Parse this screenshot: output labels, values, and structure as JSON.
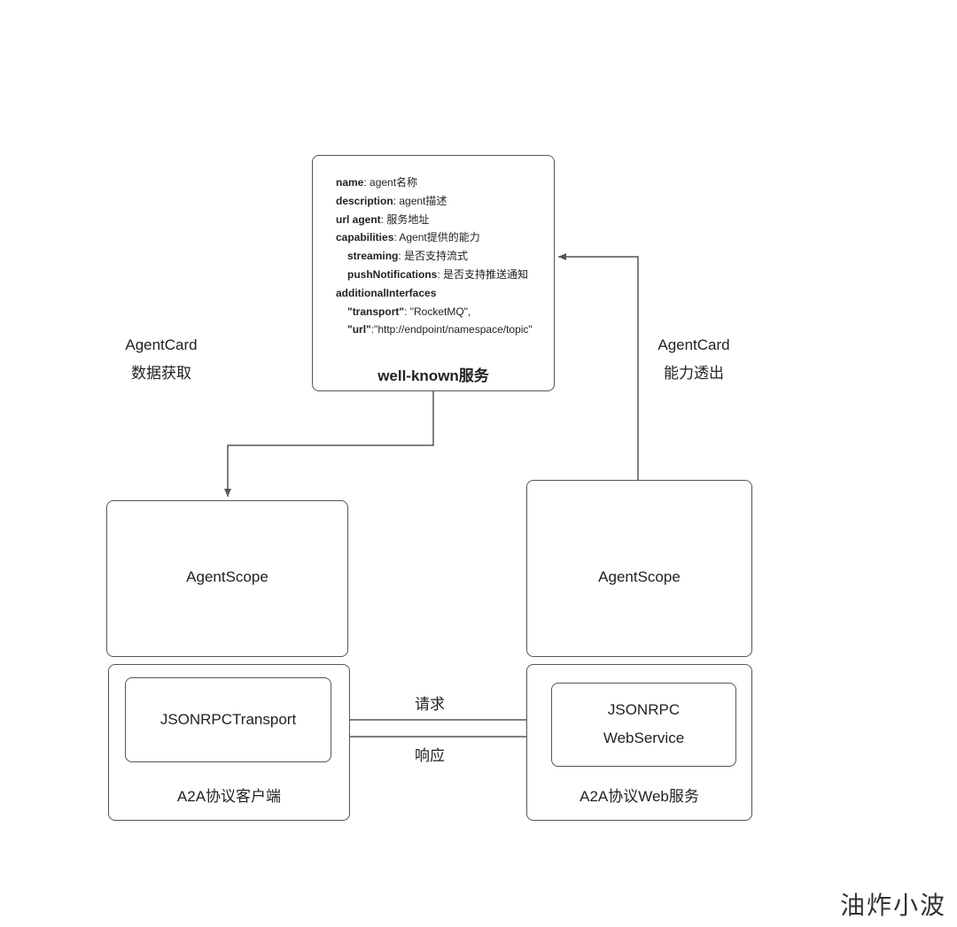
{
  "card": {
    "lines": [
      {
        "key": "name",
        "value": ": agent名称",
        "indent": false
      },
      {
        "key": "description",
        "value": ": agent描述",
        "indent": false
      },
      {
        "key": "url agent",
        "value": ": 服务地址",
        "indent": false
      },
      {
        "key": "capabilities",
        "value": ": Agent提供的能力",
        "indent": false
      },
      {
        "key": "streaming",
        "value": ": 是否支持流式",
        "indent": true
      },
      {
        "key": "pushNotifications",
        "value": ": 是否支持推送通知",
        "indent": true
      },
      {
        "key": "additionalInterfaces",
        "value": "",
        "indent": false
      },
      {
        "key": "\"transport\"",
        "value": ": \"RocketMQ\",",
        "indent": true
      },
      {
        "key": "\"url\"",
        "value": ":\"http://endpoint/namespace/topic\"",
        "indent": true
      }
    ],
    "title": "well-known服务"
  },
  "labels": {
    "left_line1": "AgentCard",
    "left_line2": "数据获取",
    "right_line1": "AgentCard",
    "right_line2": "能力透出",
    "request": "请求",
    "response": "响应"
  },
  "client": {
    "scope": "AgentScope",
    "transport": "JSONRPCTransport",
    "protocol": "A2A协议客户端"
  },
  "server": {
    "scope": "AgentScope",
    "webservice_line1": "JSONRPC",
    "webservice_line2": "WebService",
    "protocol": "A2A协议Web服务"
  },
  "watermark": "油炸小波",
  "colors": {
    "border": "#555555",
    "text": "#222222",
    "background": "#ffffff"
  }
}
